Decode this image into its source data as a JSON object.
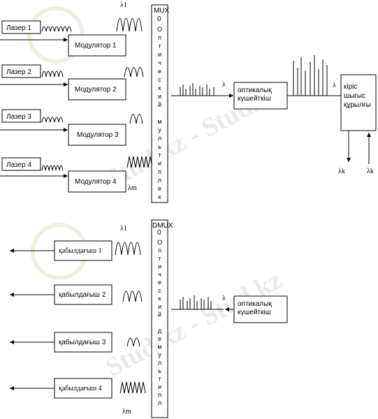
{
  "watermark": {
    "text": "Stud.kz - Stud.kz"
  },
  "top": {
    "lambda_1": "λ1",
    "lambda_m": "λm",
    "lambda": "λ",
    "lambda_k_out": "λk",
    "lambda_k_in": "λk",
    "lasers": [
      "Лазер 1",
      "Лазер 2",
      "Лазер 3",
      "Лазер 4"
    ],
    "modulators": [
      "Модулятор 1",
      "Модулятор 2",
      "Модулятор 3",
      "Модулятор 4"
    ],
    "mux_title": "MUX",
    "mux_vertical": "Оптический мультиплек",
    "amplifier": [
      "оптикалық",
      "күшейткіш"
    ],
    "io_device": [
      "кіріс",
      "шығыс",
      "құрылғы"
    ]
  },
  "bottom": {
    "lambda_1": "λ1",
    "lambda_m": "λm",
    "lambda": "λ",
    "receivers": [
      "қабылдағыш 1",
      "қабылдағыш 2",
      "қабылдағыш 3",
      "қабылдағыш 4"
    ],
    "dmux_title": "DMUX",
    "dmux_vertical": "Оптический демультипл",
    "amplifier": [
      "оптикалық",
      "күшейткіш"
    ]
  }
}
